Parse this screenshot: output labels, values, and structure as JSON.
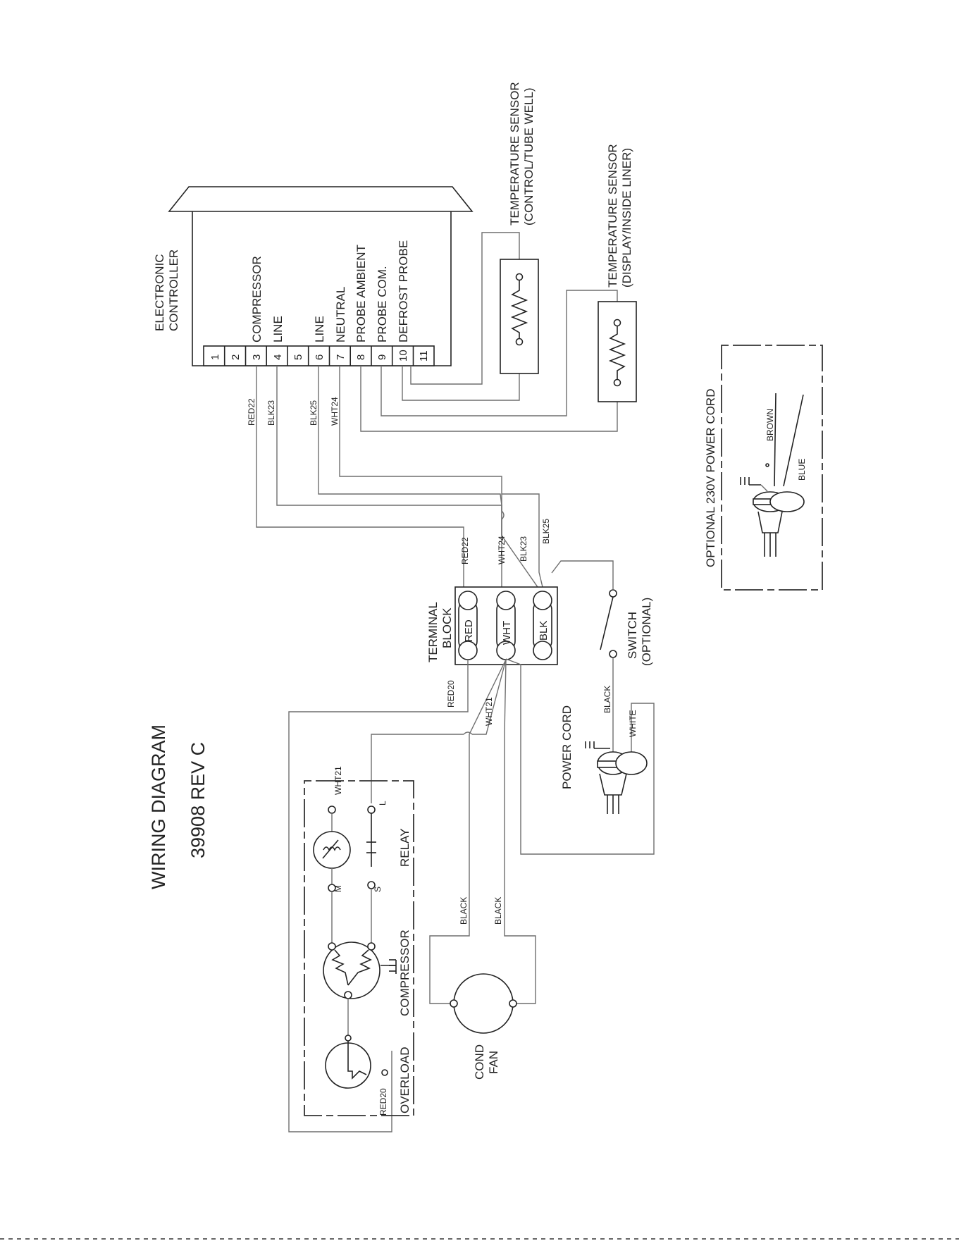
{
  "title": {
    "line1": "WIRING DIAGRAM",
    "line2": "39908 REV C"
  },
  "controller": {
    "label1": "ELECTRONIC",
    "label2": "CONTROLLER",
    "terminals": [
      "1",
      "2",
      "3",
      "4",
      "5",
      "6",
      "7",
      "8",
      "9",
      "10",
      "11"
    ],
    "functions": {
      "t3": "COMPRESSOR",
      "t4": "LINE",
      "t6": "LINE",
      "t7": "NEUTRAL",
      "t8": "PROBE AMBIENT",
      "t9": "PROBE COM.",
      "t10": "DEFROST PROBE"
    }
  },
  "sensors": {
    "control": {
      "line1": "TEMPERATURE SENSOR",
      "line2": "(CONTROL/TUBE WELL)"
    },
    "display": {
      "line1": "TEMPERATURE SENSOR",
      "line2": "(DISPLAY/INSIDE LINER)"
    }
  },
  "wires": {
    "red22": "RED22",
    "blk23": "BLK23",
    "blk25": "BLK25",
    "wht24": "WHT24",
    "red20": "RED20",
    "wht21": "WHT21",
    "black": "BLACK",
    "white": "WHITE",
    "brown": "BROWN",
    "blue": "BLUE"
  },
  "terminal_block": {
    "label1": "TERMINAL",
    "label2": "BLOCK",
    "red": "RED",
    "wht": "WHT",
    "blk": "BLK"
  },
  "switch": {
    "line1": "SWITCH",
    "line2": "(OPTIONAL)"
  },
  "power_cord": "POWER CORD",
  "optional_cord": "OPTIONAL 230V POWER CORD",
  "components": {
    "relay": "RELAY",
    "compressor": "COMPRESSOR",
    "overload": "OVERLOAD",
    "fan_line1": "COND",
    "fan_line2": "FAN",
    "relay_l": "L",
    "relay_m": "M",
    "relay_s": "S"
  }
}
